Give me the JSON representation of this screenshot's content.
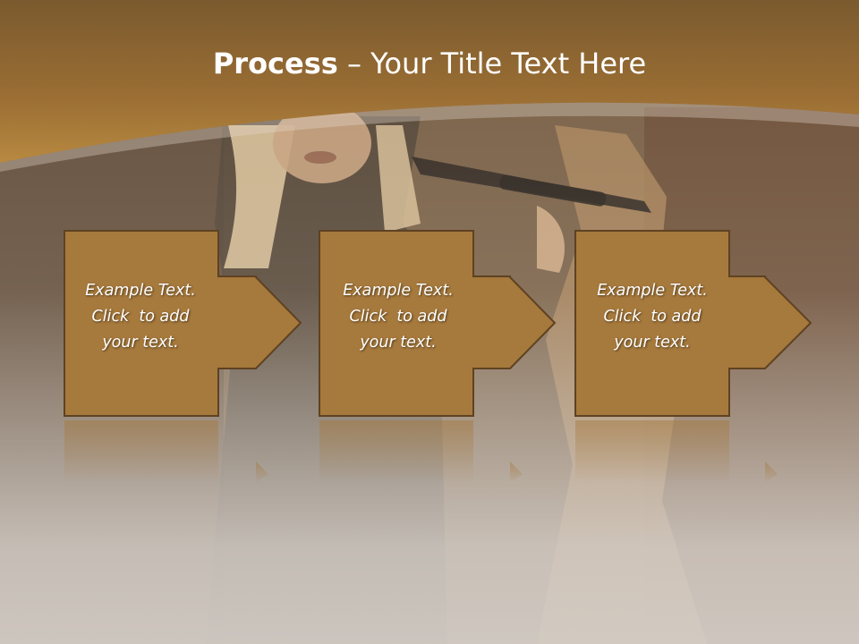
{
  "slide": {
    "title_bold": "Process",
    "title_rest": " – Your Title Text Here"
  },
  "steps": [
    {
      "line1": "Example Text.",
      "line2": "Click  to add",
      "line3": "your text."
    },
    {
      "line1": "Example Text.",
      "line2": "Click  to add",
      "line3": "your text."
    },
    {
      "line1": "Example Text.",
      "line2": "Click  to add",
      "line3": "your text."
    }
  ],
  "colors": {
    "header": "#9c6f33",
    "step_fill": "#a6793c",
    "step_border": "#5e4222",
    "title_text": "#ffffff"
  }
}
